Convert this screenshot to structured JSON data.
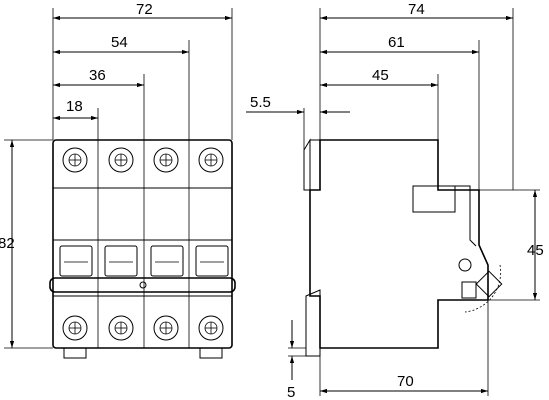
{
  "front_view": {
    "width_label": "72",
    "pitch_3_label": "54",
    "pitch_2_label": "36",
    "pitch_1_label": "18",
    "height_label": "82"
  },
  "side_view": {
    "depth_label": "74",
    "depth_mid_label": "61",
    "depth_inner_label": "45",
    "offset_label": "5.5",
    "window_height_label": "45",
    "base_depth_label": "70",
    "clip_label": "5"
  }
}
